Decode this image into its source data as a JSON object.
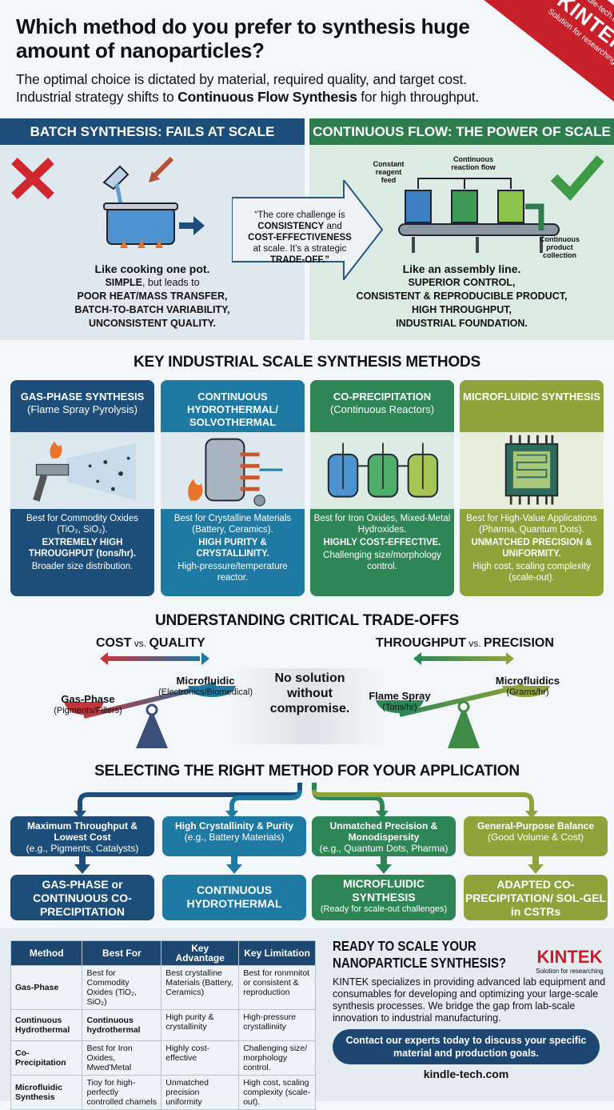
{
  "header": {
    "title": "Which method do you prefer to synthesis huge amount of nanoparticles?",
    "subtitle_line1": "The optimal choice is dictated by material, required quality, and target cost.",
    "subtitle_line2_prefix": "Industrial strategy shifts to ",
    "subtitle_line2_bold": "Continuous Flow Synthesis",
    "subtitle_line2_suffix": " for high throughput."
  },
  "ribbon": {
    "url": "kindle-tech.com",
    "brand": "KINTEK",
    "tagline": "Solution for researching",
    "color": "#c8202b"
  },
  "batch": {
    "header": "BATCH SYNTHESIS: FAILS AT SCALE",
    "lead": "Like cooking one pot.",
    "line1_bold": "SIMPLE",
    "line1_rest": ", but leads to",
    "lines": [
      "POOR HEAT/MASS TRANSFER,",
      "BATCH-TO-BATCH VARIABILITY,",
      "UNCONSISTENT QUALITY."
    ],
    "icon": "x-icon",
    "color": "#1d4e79"
  },
  "quote": {
    "p1": "“The core challenge is",
    "b1": "CONSISTENCY",
    "p2": " and",
    "b2": "COST-EFFECTIVENESS",
    "p3": "at scale. It’s a strategic",
    "b3": "TRADE-OFF.”"
  },
  "flow": {
    "header": "CONTINUOUS FLOW: THE POWER OF SCALE",
    "label_feed": "Constant reagent feed",
    "label_flow": "Continuous reaction flow",
    "label_collect": "Continuous product collection",
    "lead": "Like an assembly line.",
    "lines": [
      "SUPERIOR CONTROL,",
      "CONSISTENT & REPRODUCIBLE PRODUCT,",
      "HIGH THROUGHPUT,",
      "INDUSTRIAL FOUNDATION."
    ],
    "icon": "check-icon",
    "color": "#2e7d4f"
  },
  "methods": {
    "title": "KEY INDUSTRIAL SCALE SYNTHESIS METHODS",
    "cards": [
      {
        "title": "GAS-PHASE SYNTHESIS",
        "subtitle": "(Flame Spray Pyrolysis)",
        "best": "Best for Commodity Oxides (TiO₂, SiO₂).",
        "strong": "EXTREMELY HIGH THROUGHPUT",
        "strong_rest": " (tons/hr).",
        "limit": "Broader size distribution.",
        "color": "#1d4e79"
      },
      {
        "title": "CONTINUOUS HYDROTHERMAL/ SOLVOTHERMAL",
        "subtitle": "",
        "best": "Best for Crystalline Materials (Battery, Ceramics).",
        "strong": "HIGH PURITY & CRYSTALLINITY.",
        "strong_rest": "",
        "limit": "High-pressure/temperature reactor.",
        "color": "#1f7aa3"
      },
      {
        "title": "CO-PRECIPITATION",
        "subtitle": "(Continuous Reactors)",
        "best": "Best for Iron Oxides, Mixed-Metal Hydroxides.",
        "strong": "HIGHLY COST-EFFECTIVE.",
        "strong_rest": "",
        "limit": "Challenging size/morphology control.",
        "color": "#2e8656"
      },
      {
        "title": "MICROFLUIDIC SYNTHESIS",
        "subtitle": "",
        "best": "Best for High-Value Applications (Pharma, Quantum Dots).",
        "strong": "UNMATCHED PRECISION & UNIFORMITY.",
        "strong_rest": "",
        "limit": "High cost, scaling complexity (scale-out).",
        "color": "#8ea43a"
      }
    ]
  },
  "tradeoffs": {
    "title": "UNDERSTANDING CRITICAL TRADE-OFFS",
    "left": {
      "a": "COST",
      "vs": " vs. ",
      "b": "QUALITY",
      "low": "Gas-Phase",
      "low_sub": "(Pigments/Fillers)",
      "high": "Microfluidic",
      "high_sub": "(Electronics/Biomedical)"
    },
    "center": "No solution without compromise.",
    "right": {
      "a": "THROUGHPUT",
      "vs": " vs. ",
      "b": "PRECISION",
      "low": "Flame Spray",
      "low_sub": "(Tons/hr)",
      "high": "Microfluidics",
      "high_sub": "(Grams/hr)"
    }
  },
  "selection": {
    "title": "SELECTING THE RIGHT METHOD FOR YOUR APPLICATION",
    "items": [
      {
        "need": "Maximum Throughput & Lowest Cost",
        "example": "(e.g., Pigments, Catalysts)",
        "result": "GAS-PHASE or CONTINUOUS CO-PRECIPITATION",
        "note": "",
        "color": "#1d4e79"
      },
      {
        "need": "High Crystallinity & Purity",
        "example": "(e.g., Battery Materials)",
        "result": "CONTINUOUS HYDROTHERMAL",
        "note": "",
        "color": "#1f7aa3"
      },
      {
        "need": "Unmatched Precision & Monodispersity",
        "example": "(e.g., Quantum Dots, Pharma)",
        "result": "MICROFLUIDIC SYNTHESIS",
        "note": "(Ready for scale-out challenges)",
        "color": "#2e8656"
      },
      {
        "need": "General-Purpose Balance",
        "example": "(Good Volume & Cost)",
        "result": "ADAPTED CO-PRECIPITATION/ SOL-GEL in CSTRs",
        "note": "",
        "color": "#8ea43a"
      }
    ]
  },
  "table": {
    "headers": [
      "Method",
      "Best For",
      "Key Advantage",
      "Key Limitation"
    ],
    "rows": [
      [
        "Gas-Phase",
        "Best for Commodity Oxides (TiO₂, SiO₂)",
        "Best crystalline Materials (Battery, Ceramics)",
        "Best for ronmnitot or consistent & reproduction"
      ],
      [
        "Continuous Hydrothermal",
        "Continuous hydrothermal",
        "High purity & crystallinity",
        "High-pressure crystalliniity"
      ],
      [
        "Co-Precipitation",
        "Best for Iron Oxides, Mwed'Metal",
        "Highly cost-effective",
        "Challenging size/ morphology control."
      ],
      [
        "Microfluidic Synthesis",
        "Tioy for high-perfectly controlled chamels",
        "Unmatched precision uniformity",
        "High cost, scaling complexity (scale-out)."
      ]
    ]
  },
  "cta": {
    "title": "READY TO SCALE YOUR NANOPARTICLE SYNTHESIS?",
    "brand": "KINTEK",
    "tagline": "Solotion for researching",
    "body": "KINTEK specializes in providing advanced lab equipment and consumables for developing and optimizing your large-scale synthesis processes. We bridge the gap from lab-scale innovation to industrial manufacturing.",
    "button": "Contact our experts today to discuss your specific material and production goals.",
    "url": "kindle-tech.com"
  }
}
